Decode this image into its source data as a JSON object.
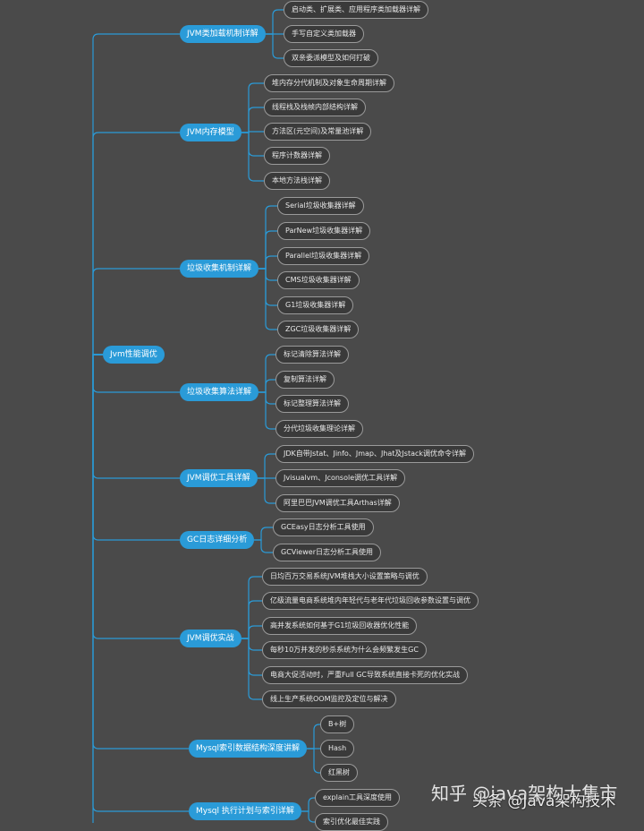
{
  "root": {
    "label": "Jvm性能调优"
  },
  "categories": [
    {
      "label": "JVM类加载机制详解",
      "children": [
        "启动类、扩展类、应用程序类加载器详解",
        "手写自定义类加载器",
        "双亲委派模型及如何打破"
      ]
    },
    {
      "label": "JVM内存模型",
      "children": [
        "堆内存分代机制及对象生命周期详解",
        "线程栈及栈帧内部结构详解",
        "方法区(元空间)及常量池详解",
        "程序计数器详解",
        "本地方法栈详解"
      ]
    },
    {
      "label": "垃圾收集机制详解",
      "children": [
        "Serial垃圾收集器详解",
        "ParNew垃圾收集器详解",
        "Parallel垃圾收集器详解",
        "CMS垃圾收集器详解",
        "G1垃圾收集器详解",
        "ZGC垃圾收集器详解"
      ]
    },
    {
      "label": "垃圾收集算法详解",
      "children": [
        "标记清除算法详解",
        "复制算法详解",
        "标记整理算法详解",
        "分代垃圾收集理论详解"
      ]
    },
    {
      "label": "JVM调优工具详解",
      "children": [
        "JDK自带Jstat、Jinfo、Jmap、Jhat及Jstack调优命令详解",
        "Jvisualvm、Jconsole调优工具详解",
        "阿里巴巴JVM调优工具Arthas详解"
      ]
    },
    {
      "label": "GC日志详细分析",
      "children": [
        "GCEasy日志分析工具使用",
        "GCViewer日志分析工具使用"
      ]
    },
    {
      "label": "JVM调优实战",
      "children": [
        "日均百万交易系统JVM堆栈大小设置策略与调优",
        "亿级流量电商系统堆内年轻代与老年代垃圾回收参数设置与调优",
        "高并发系统如何基于G1垃圾回收器优化性能",
        "每秒10万并发的秒杀系统为什么会频繁发生GC",
        "电商大促活动时，严重Full GC导致系统直接卡死的优化实战",
        "线上生产系统OOM监控及定位与解决"
      ]
    },
    {
      "label": "Mysql索引数据结构深度讲解",
      "children": [
        "B+树",
        "Hash",
        "红黑树"
      ]
    },
    {
      "label": "Mysql 执行计划与索引详解",
      "children": [
        "explain工具深度使用",
        "索引优化最佳实践"
      ]
    }
  ],
  "watermark": {
    "zhihu": "知乎 @java架构大集市",
    "toutiao": "头条 @Java架构技术"
  },
  "colors": {
    "background": "#4a4a4a",
    "node_fill": "#2a9bd8",
    "leaf_fill": "#3a3a3a",
    "leaf_border": "#9a9a9a",
    "line": "#2a9bd8"
  }
}
